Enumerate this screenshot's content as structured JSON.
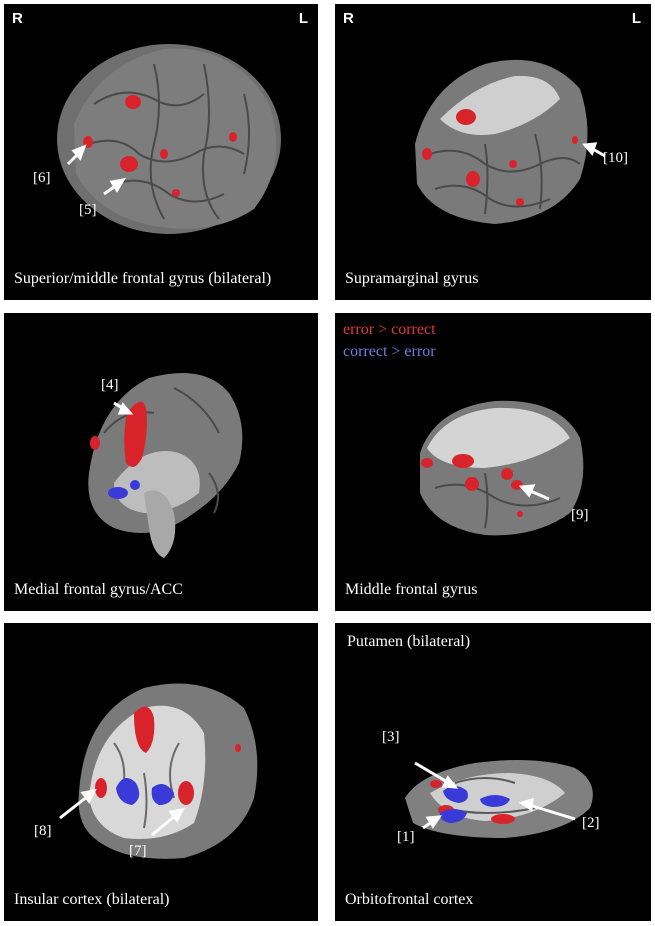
{
  "orientation": {
    "right": "R",
    "left": "L"
  },
  "panels": [
    {
      "caption": "Superior/middle frontal gyrus (bilateral)",
      "refs": [
        "[6]",
        "[5]"
      ]
    },
    {
      "caption": "Supramarginal gyrus",
      "refs": [
        "[10]"
      ]
    },
    {
      "caption": "Medial frontal gyrus/ACC",
      "refs": [
        "[4]"
      ]
    },
    {
      "caption": "Middle frontal gyrus",
      "refs": [
        "[9]"
      ]
    },
    {
      "caption": "Insular cortex (bilateral)",
      "refs": [
        "[8]",
        "[7]"
      ]
    },
    {
      "caption": "Orbitofrontal cortex",
      "caption_top": "Putamen (bilateral)",
      "refs": [
        "[3]",
        "[2]",
        "[1]"
      ]
    }
  ],
  "legend": {
    "error_gt_correct": "error > correct",
    "correct_gt_error": "correct > error"
  },
  "colors": {
    "activation_red": "#d8232a",
    "activation_blue": "#3a3ad8",
    "legend_red": "#e03a3a",
    "legend_blue": "#6d7fe0",
    "brain_gray": "#7a7a7a",
    "background": "#000000"
  }
}
